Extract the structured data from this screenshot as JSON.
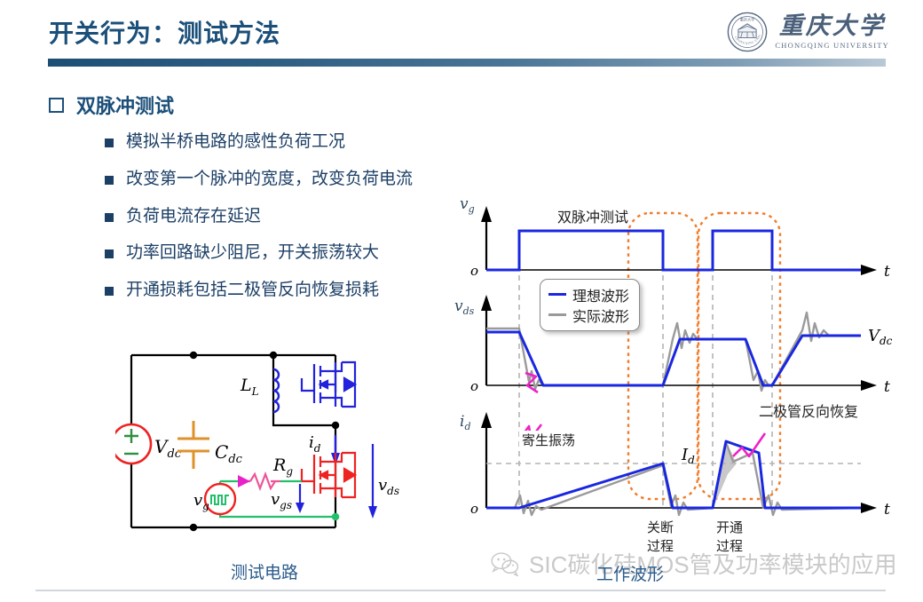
{
  "header": {
    "title": "开关行为：测试方法",
    "accent_dark": "#1c4f79",
    "accent_light": "#b9c9d6",
    "logo_cn": "重庆大学",
    "logo_en": "CHONGQING UNIVERSITY"
  },
  "section": {
    "heading": "双脉冲测试",
    "bullets": [
      "模拟半桥电路的感性负荷工况",
      "改变第一个脉冲的宽度，改变负荷电流",
      "负荷电流存在延迟",
      "功率回路缺少阻尼，开关振荡较大",
      "开通损耗包括二极管反向恢复损耗"
    ]
  },
  "circuit": {
    "caption": "测试电路",
    "labels": {
      "source": "Vdc",
      "source_sub": "dc",
      "source_main": "V",
      "cap_main": "C",
      "cap_sub": "dc",
      "ind_main": "L",
      "ind_sub": "L",
      "rg_main": "R",
      "rg_sub": "g",
      "vg_main": "v",
      "vg_sub": "g",
      "vgs_main": "v",
      "vgs_sub": "gs",
      "vds_main": "v",
      "vds_sub": "ds",
      "id_main": "i",
      "id_sub": "d",
      "plus": "+",
      "minus": "−"
    },
    "colors": {
      "wire": "#000000",
      "source": "#ee2222",
      "cap": "#e0912a",
      "inductor": "#2222dd",
      "upper_device": "#2222dd",
      "lower_device": "#ee2222",
      "gate_loop": "#22c06a",
      "gate_arrow": "#e822c8",
      "measure_arrow": "#2222dd"
    }
  },
  "waveform": {
    "caption": "工作波形",
    "title_note": "双脉冲测试",
    "legend": [
      {
        "label": "理想波形",
        "color": "#1a27e0"
      },
      {
        "label": "实际波形",
        "color": "#9a9a9a"
      }
    ],
    "axes": [
      {
        "name": "vg",
        "y_main": "v",
        "y_sub": "g",
        "origin": "o",
        "x_label": "t"
      },
      {
        "name": "vds",
        "y_main": "v",
        "y_sub": "ds",
        "origin": "o",
        "x_label": "t"
      },
      {
        "name": "id",
        "y_main": "i",
        "y_sub": "d",
        "origin": "o",
        "x_label": "t"
      }
    ],
    "value_labels": [
      {
        "main": "V",
        "sub": "dc"
      },
      {
        "main": "I",
        "sub": "d"
      }
    ],
    "annotations": [
      {
        "id": "parasitic",
        "text": "寄生振荡"
      },
      {
        "id": "reverse-recovery",
        "text": "二极管反向恢复"
      },
      {
        "id": "turnoff",
        "line1": "关断",
        "line2": "过程"
      },
      {
        "id": "turnon",
        "line1": "开通",
        "line2": "过程"
      }
    ],
    "colors": {
      "ideal": "#1a27e0",
      "actual": "#9a9a9a",
      "marker_box": "#f07c2a",
      "guide": "#b4b4b4",
      "pink": "#f020c8",
      "axis": "#000000"
    }
  },
  "watermark": {
    "text": "SIC碳化硅MOS管及功率模块的应用",
    "icon": "wechat-icon",
    "color": "#c9c9c9"
  }
}
